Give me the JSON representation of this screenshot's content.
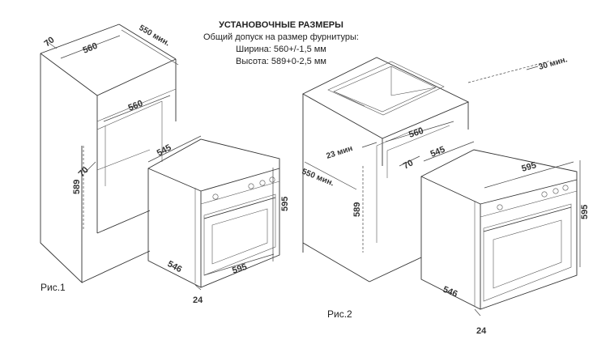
{
  "header": {
    "title": "УСТАНОВОЧНЫЕ РАЗМЕРЫ",
    "line1": "Общий допуск на размер фурнитуры:",
    "line2": "Ширина: 560+/-1,5 мм",
    "line3": "Высота: 589+0-2,5 мм"
  },
  "figures": {
    "fig1_caption": "Рис.1",
    "fig2_caption": "Рис.2"
  },
  "fig1_dims": {
    "top_depth": "70",
    "top_width": "560",
    "top_depth_min": "550 мин.",
    "niche_width": "560",
    "oven_depth": "545",
    "niche_side": "70",
    "niche_height": "589",
    "oven_height": "595",
    "oven_width": "595",
    "oven_side_depth": "546",
    "door_thickness": "24"
  },
  "fig2_dims": {
    "rear_gap": "30 мин.",
    "niche_width": "560",
    "gap_23": "23 мин",
    "depth_550": "550 мин.",
    "side_70": "70",
    "oven_depth": "545",
    "niche_height": "589",
    "oven_width": "595",
    "oven_height": "595",
    "oven_side_depth": "546",
    "door_thickness": "24"
  },
  "colors": {
    "line": "#333333",
    "text": "#222222",
    "background": "#ffffff"
  }
}
